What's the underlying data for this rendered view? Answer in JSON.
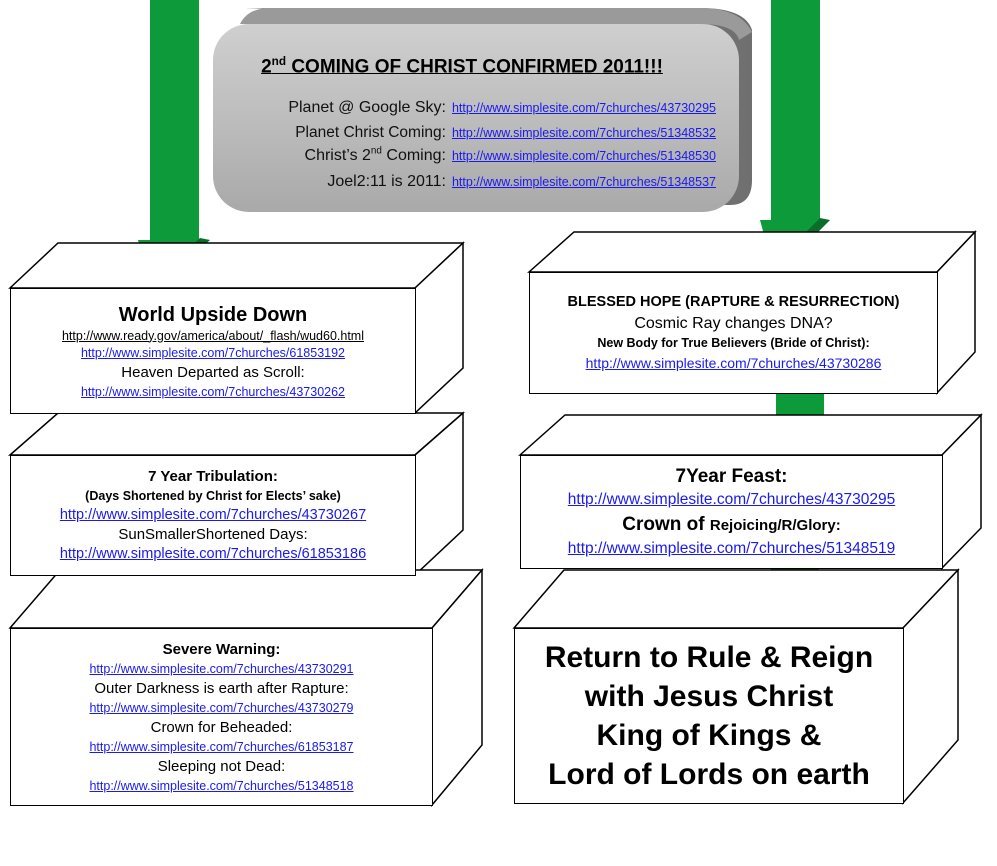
{
  "header_box": {
    "title_pre": "2",
    "title_sup": "nd",
    "title_post": " COMING OF CHRIST CONFIRMED 2011!!!",
    "rows": [
      {
        "label": "Planet @ Google Sky:",
        "url": "http://www.simplesite.com/7churches/43730295"
      },
      {
        "label": "Planet Christ Coming:",
        "url": "http://www.simplesite.com/7churches/51348532"
      },
      {
        "label_pre": "Christ’s 2",
        "label_sup": "nd",
        "label_post": " Coming:",
        "url": "http://www.simplesite.com/7churches/51348530"
      },
      {
        "label": "Joel2:11 is 2011:",
        "url": "http://www.simplesite.com/7churches/51348537"
      }
    ]
  },
  "left_boxes": {
    "box1": {
      "title": "World Upside Down",
      "url_plain": "http://www.ready.gov/america/about/_flash/wud60.html",
      "url1": "http://www.simplesite.com/7churches/61853192",
      "text": "Heaven Departed as Scroll:",
      "url2": "http://www.simplesite.com/7churches/43730262"
    },
    "box2": {
      "title": "7 Year Tribulation:",
      "subtitle": "(Days Shortened by Christ for Elects’ sake)",
      "url1": "http://www.simplesite.com/7churches/43730267",
      "text": "SunSmallerShortened Days:",
      "url2": "http://www.simplesite.com/7churches/61853186"
    },
    "box3": {
      "title": "Severe Warning:",
      "url1": "http://www.simplesite.com/7churches/43730291",
      "text1": "Outer Darkness is earth after Rapture:",
      "url2": "http://www.simplesite.com/7churches/43730279",
      "text2": "Crown for Beheaded:",
      "url3": "http://www.simplesite.com/7churches/61853187",
      "text3": "Sleeping not Dead:",
      "url4": "http://www.simplesite.com/7churches/51348518"
    }
  },
  "right_boxes": {
    "box1": {
      "title": "BLESSED HOPE (RAPTURE & RESURRECTION)",
      "text": "Cosmic Ray changes DNA?",
      "subtitle": "New Body for True Believers (Bride of Christ):",
      "url": "http://www.simplesite.com/7churches/43730286"
    },
    "box2": {
      "title": "7Year Feast:",
      "url1": "http://www.simplesite.com/7churches/43730295",
      "title2_big": "Crown of ",
      "title2_small": "Rejoicing/R/Glory:",
      "url2": "http://www.simplesite.com/7churches/51348519"
    },
    "box3": {
      "line1": "Return to Rule & Reign",
      "line2": "with Jesus Christ",
      "line3": "King of Kings &",
      "line4": "Lord of Lords on earth"
    }
  },
  "colors": {
    "arrow_green": "#0c9a3a",
    "arrow_shadow": "#0a6e2a",
    "panel_gray": "#c8c8c8",
    "link_blue": "#1a1aee"
  }
}
